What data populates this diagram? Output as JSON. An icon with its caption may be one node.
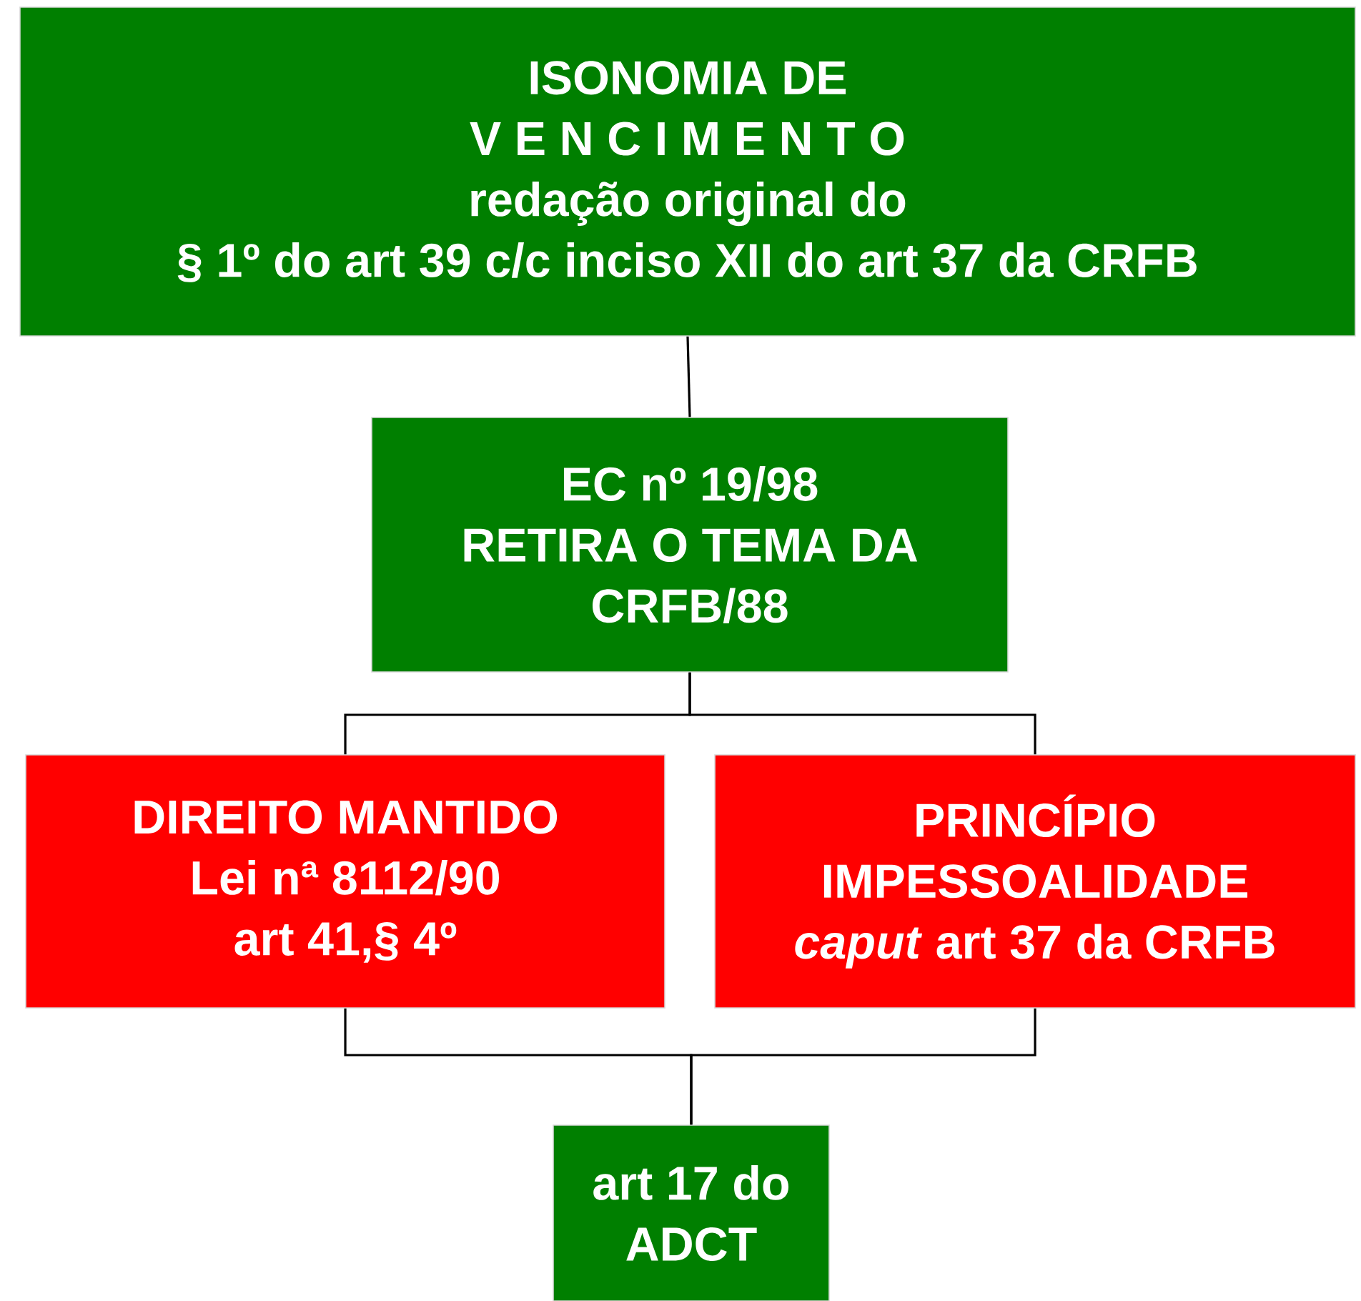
{
  "diagram": {
    "nodes": [
      {
        "text": [
          "ISONOMIA  DE",
          "V E N C I M E N T O",
          "redação original do",
          "§ 1º do art 39 c/c inciso XII do art 37 da  CRFB"
        ]
      },
      {
        "text": [
          "EC nº 19/98",
          "RETIRA O TEMA DA",
          "CRFB/88"
        ]
      },
      {
        "text": [
          "DIREITO MANTIDO",
          "Lei nª 8112/90",
          "art 41,§ 4º"
        ]
      },
      {
        "text": [
          "PRINCÍPIO",
          "IMPESSOALIDADE",
          "*caput* art 37 da CRFB"
        ]
      },
      {
        "text": [
          "art 17 do",
          "ADCT"
        ]
      }
    ],
    "edges": [
      {
        "from": 0,
        "to": 1,
        "arrow": "none"
      },
      {
        "from": 1,
        "to": 2,
        "arrow": "none"
      },
      {
        "from": 1,
        "to": 3,
        "arrow": "none"
      },
      {
        "from": 2,
        "to": 4,
        "arrow": "none"
      },
      {
        "from": 3,
        "to": 4,
        "arrow": "none"
      }
    ]
  }
}
